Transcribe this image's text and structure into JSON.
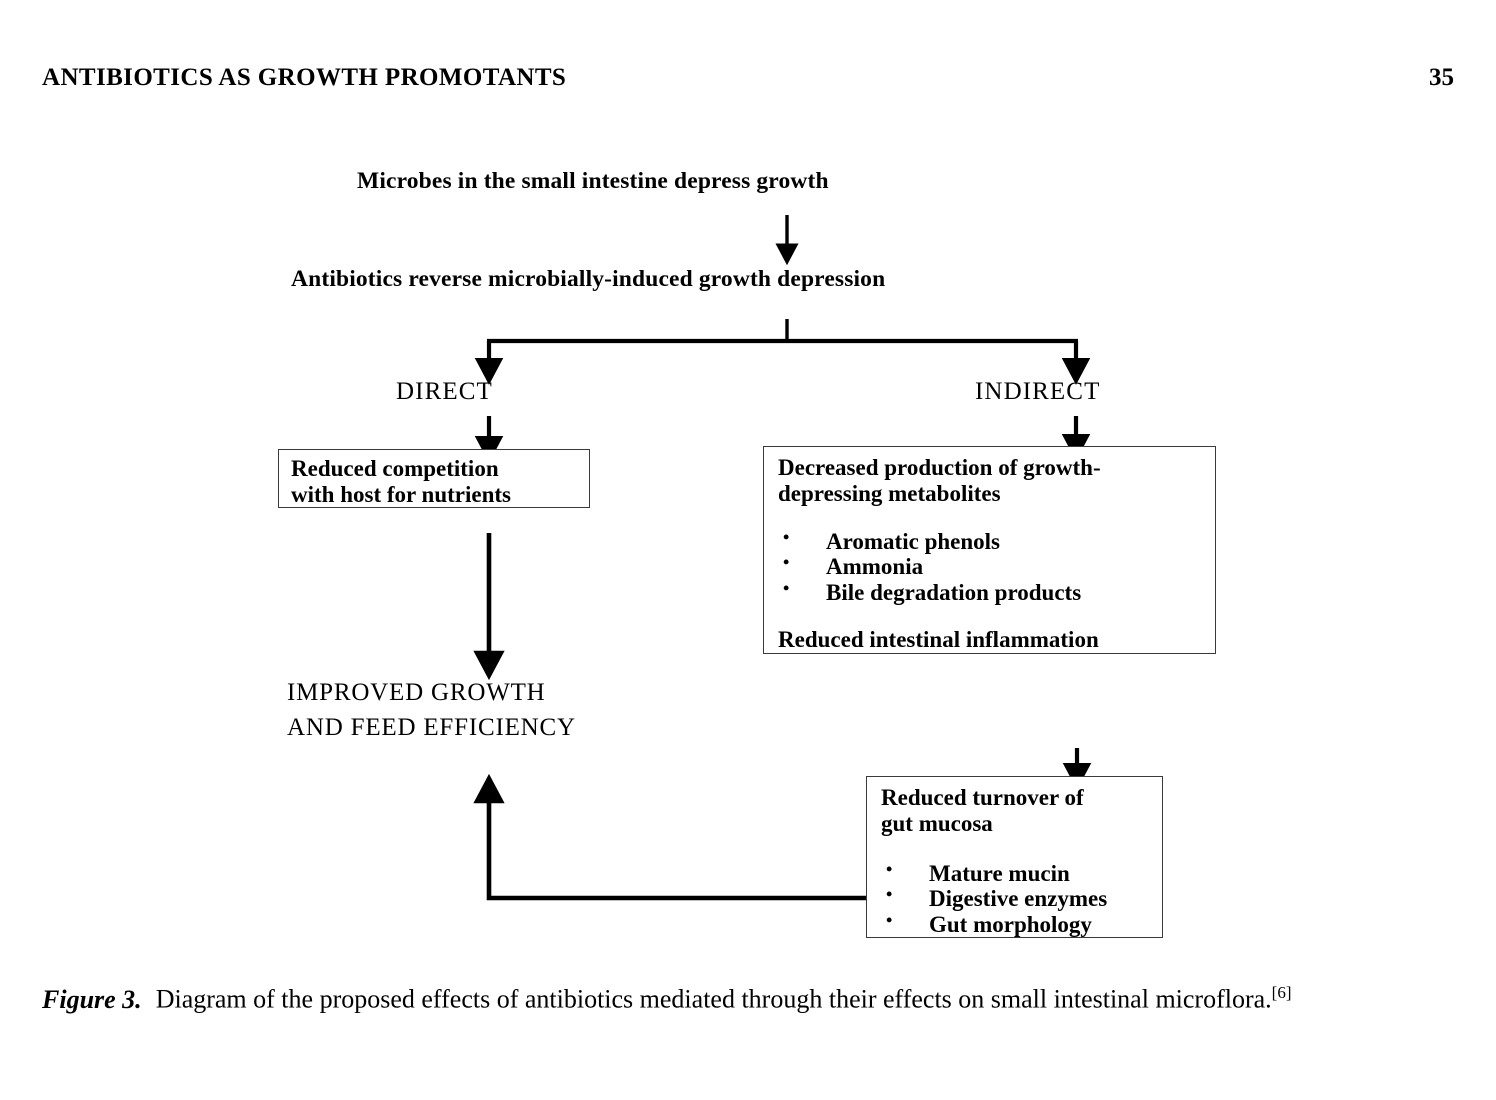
{
  "page": {
    "running_head": "ANTIBIOTICS AS GROWTH PROMOTANTS",
    "folio": "35"
  },
  "figure": {
    "nodes": {
      "microbes": "Microbes in the small intestine depress growth",
      "antibiotics": "Antibiotics reverse microbially-induced growth depression",
      "direct_label": "DIRECT",
      "indirect_label": "INDIRECT",
      "improved_line1": "IMPROVED GROWTH",
      "improved_line2": "AND FEED EFFICIENCY"
    },
    "boxes": {
      "reduced_competition": {
        "line1": "Reduced competition",
        "line2": "with host for nutrients"
      },
      "decreased_production": {
        "line1": "Decreased production of growth-",
        "line2": "depressing metabolites",
        "bullets": [
          "Aromatic phenols",
          "Ammonia",
          "Bile degradation products"
        ],
        "tail": "Reduced intestinal inflammation"
      },
      "reduced_turnover": {
        "line1": "Reduced turnover of",
        "line2": "gut mucosa",
        "bullets": [
          "Mature mucin",
          "Digestive enzymes",
          "Gut morphology"
        ]
      }
    },
    "caption": {
      "label": "Figure 3.",
      "text": "Diagram of the proposed effects of antibiotics mediated through their effects on small intestinal microflora.",
      "reference": "[6]"
    }
  },
  "colors": {
    "ink": "#000000",
    "box_border": "#3a3a3a",
    "page_background": "#ffffff"
  }
}
